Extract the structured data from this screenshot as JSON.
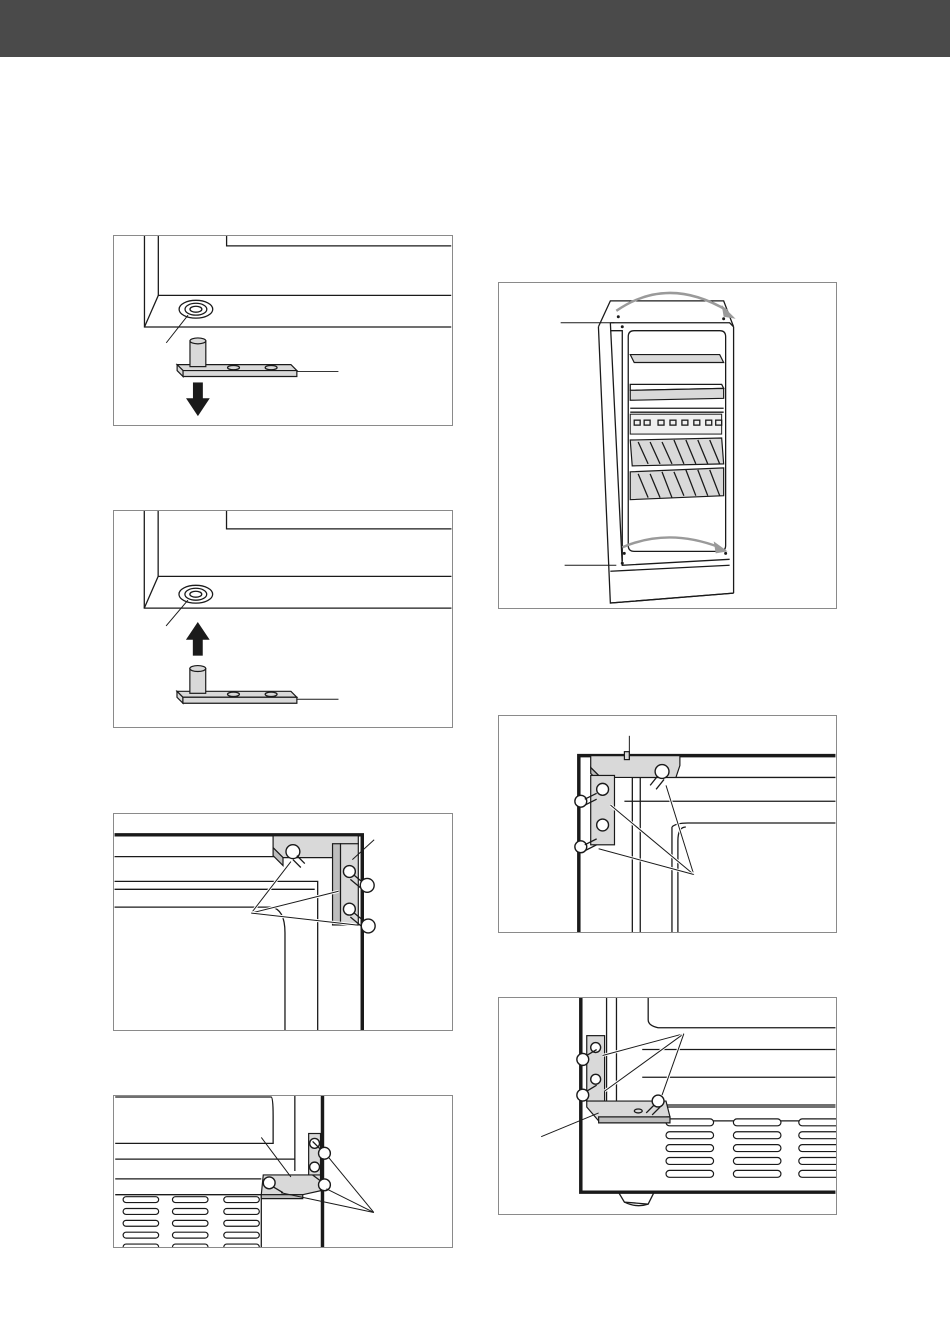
{
  "header": {
    "color": "#4a4a4a"
  },
  "figures": [
    {
      "name": "hinge-pin-removal",
      "arrow": "down"
    },
    {
      "name": "hinge-pin-insertion",
      "arrow": "up"
    },
    {
      "name": "top-hinge-right-screws",
      "screws": 3
    },
    {
      "name": "bottom-hinge-right-screws",
      "screws": 3
    },
    {
      "name": "appliance-door-reversal",
      "arrows": [
        "top-curved-arrow",
        "bottom-curved-arrow"
      ]
    },
    {
      "name": "top-hinge-left-screws",
      "screws": 3
    },
    {
      "name": "bottom-hinge-left-screws",
      "screws": 3
    }
  ]
}
